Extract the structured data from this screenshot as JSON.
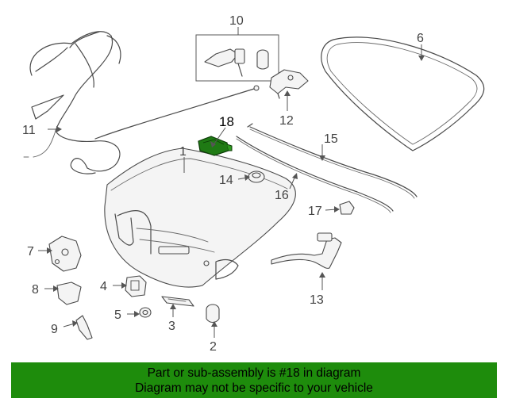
{
  "callouts": [
    {
      "id": "1",
      "label": "1"
    },
    {
      "id": "2",
      "label": "2"
    },
    {
      "id": "3",
      "label": "3"
    },
    {
      "id": "4",
      "label": "4"
    },
    {
      "id": "5",
      "label": "5"
    },
    {
      "id": "6",
      "label": "6"
    },
    {
      "id": "7",
      "label": "7"
    },
    {
      "id": "8",
      "label": "8"
    },
    {
      "id": "9",
      "label": "9"
    },
    {
      "id": "10",
      "label": "10"
    },
    {
      "id": "11",
      "label": "11"
    },
    {
      "id": "12",
      "label": "12"
    },
    {
      "id": "13",
      "label": "13"
    },
    {
      "id": "14",
      "label": "14"
    },
    {
      "id": "15",
      "label": "15"
    },
    {
      "id": "16",
      "label": "16"
    },
    {
      "id": "17",
      "label": "17"
    },
    {
      "id": "18",
      "label": "18"
    }
  ],
  "highlighted_part": "18",
  "colors": {
    "highlight_part": "#1f7a14",
    "banner_background": "#1e8c0c",
    "line": "#4a4a4a"
  },
  "banner": {
    "line1": "Part or sub-assembly is #18 in diagram",
    "line2": "Diagram may not be specific to your vehicle"
  }
}
